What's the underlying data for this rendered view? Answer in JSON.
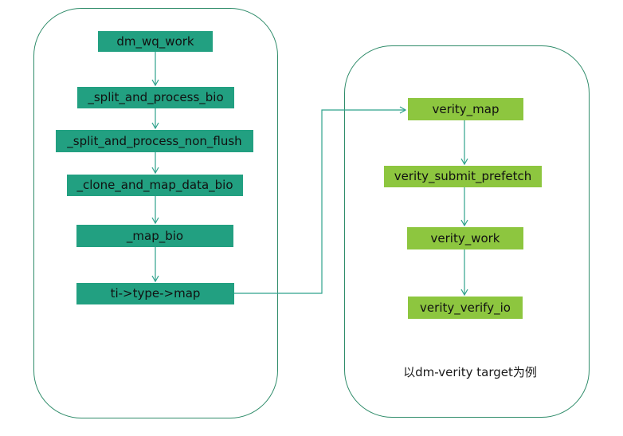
{
  "diagram": {
    "left_group": {
      "nodes": [
        {
          "label": "dm_wq_work"
        },
        {
          "label": "_split_and_process_bio"
        },
        {
          "label": "_split_and_process_non_flush"
        },
        {
          "label": "_clone_and_map_data_bio"
        },
        {
          "label": "_map_bio"
        },
        {
          "label": "ti->type->map"
        }
      ]
    },
    "right_group": {
      "nodes": [
        {
          "label": "verity_map"
        },
        {
          "label": "verity_submit_prefetch"
        },
        {
          "label": "verity_work"
        },
        {
          "label": "verity_verify_io"
        }
      ],
      "caption": "以dm-verity target为例"
    },
    "colors": {
      "teal_node": "#22a081",
      "green_node": "#8dc63f",
      "arrow": "#2fa28c",
      "container_border": "#2f8c6a",
      "node_text": "#111111"
    }
  }
}
